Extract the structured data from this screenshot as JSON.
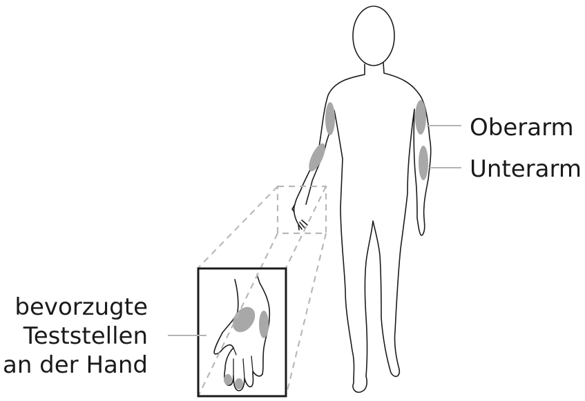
{
  "labels": {
    "oberarm": "Oberarm",
    "unterarm": "Unterarm",
    "hand_lines": [
      "bevorzugte",
      "Teststellen",
      "an der Hand"
    ]
  },
  "colors": {
    "outline": "#1a1a1a",
    "test_site": "#a8a8a8",
    "leader": "#b3b3b3",
    "zoom_dash": "#b8b8b8"
  }
}
